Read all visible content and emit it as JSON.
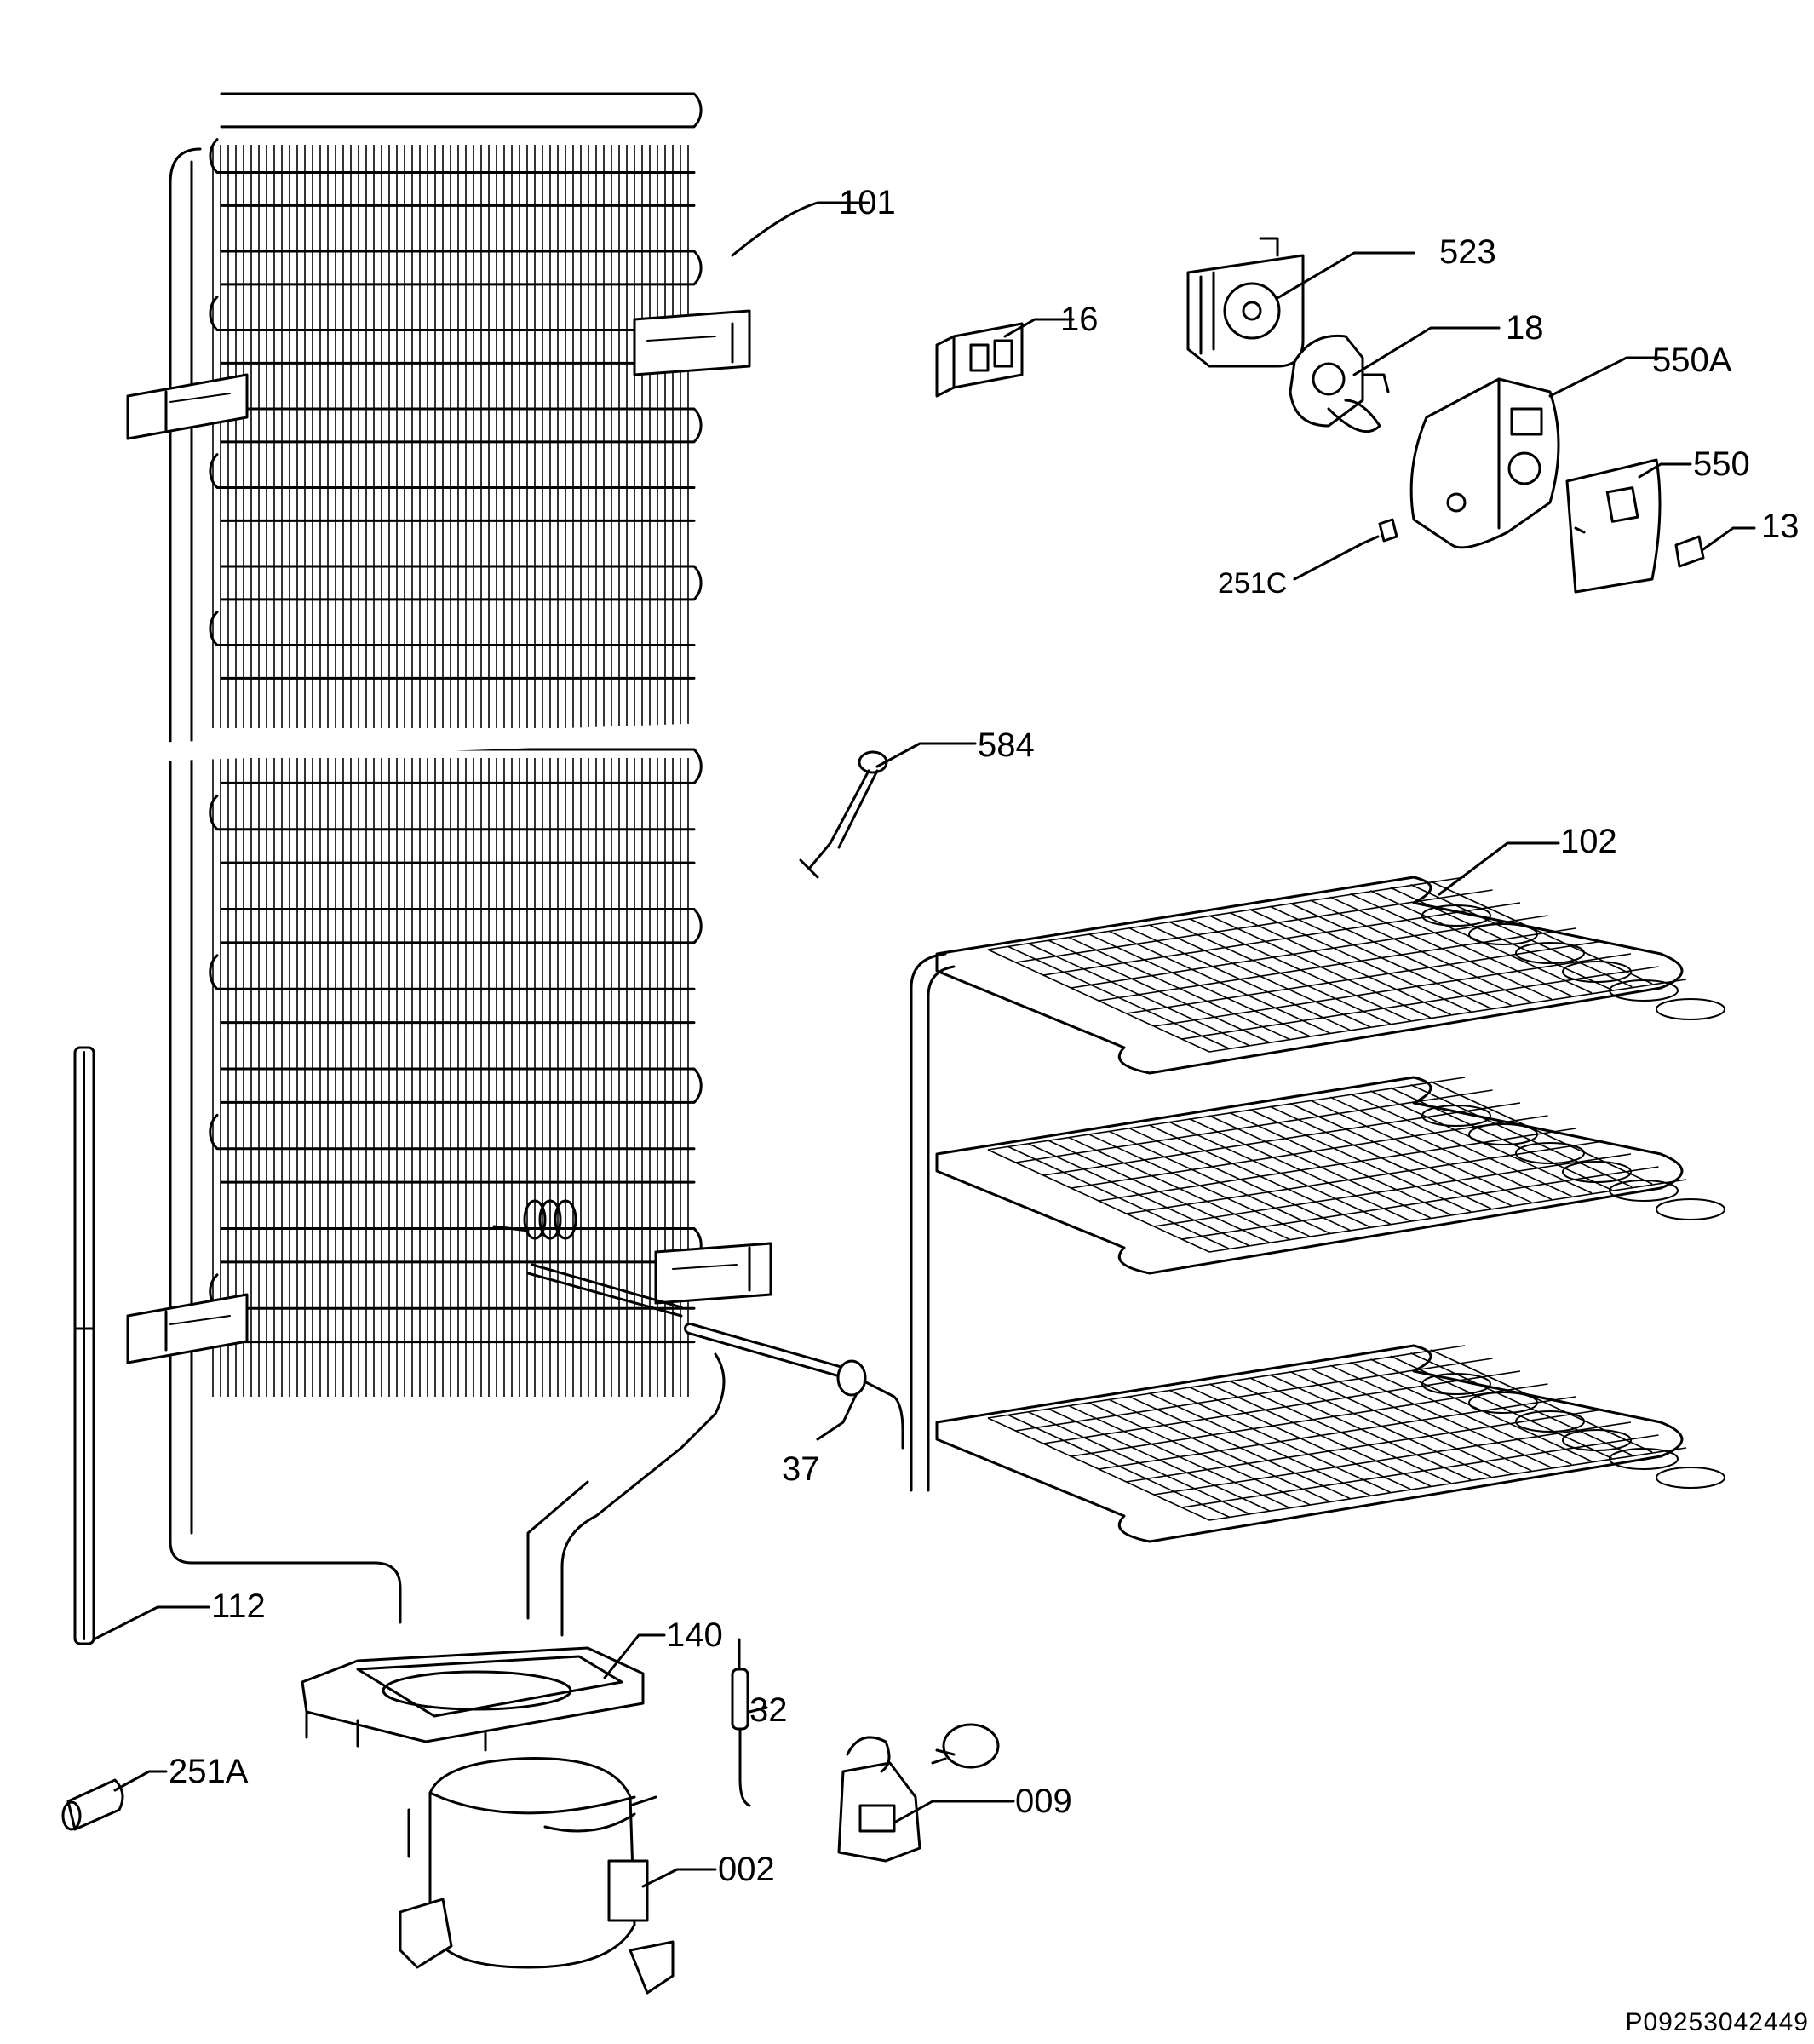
{
  "callouts": [
    {
      "id": "101",
      "text": "101"
    },
    {
      "id": "523",
      "text": "523"
    },
    {
      "id": "16",
      "text": "16"
    },
    {
      "id": "18",
      "text": "18"
    },
    {
      "id": "550A",
      "text": "550A"
    },
    {
      "id": "550",
      "text": "550"
    },
    {
      "id": "13",
      "text": "13"
    },
    {
      "id": "251C",
      "text": "251C"
    },
    {
      "id": "584",
      "text": "584"
    },
    {
      "id": "102",
      "text": "102"
    },
    {
      "id": "37",
      "text": "37"
    },
    {
      "id": "112",
      "text": "112"
    },
    {
      "id": "140",
      "text": "140"
    },
    {
      "id": "32",
      "text": "32"
    },
    {
      "id": "251A",
      "text": "251A"
    },
    {
      "id": "009",
      "text": "009"
    },
    {
      "id": "002",
      "text": "002"
    }
  ],
  "footer": {
    "code": "P09253042449"
  }
}
